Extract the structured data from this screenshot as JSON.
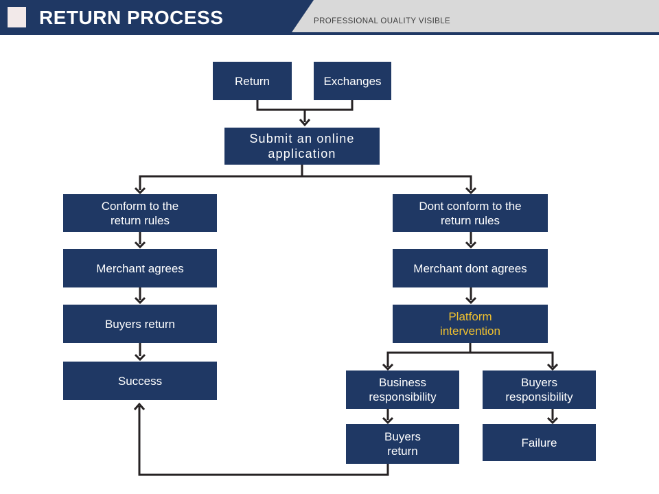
{
  "header": {
    "title": "RETURN PROCESS",
    "tagline": "PROFESSIONAL OUALITY VISIBLE"
  },
  "colors": {
    "navy": "#1f3864",
    "header_gray": "#d9d9d9",
    "accent_square": "#f2e9e9",
    "box_fill": "#1f3864",
    "box_text": "#ffffff",
    "highlight_text": "#efc02f",
    "connector": "#262223",
    "background": "#ffffff"
  },
  "flowchart": {
    "nodes": {
      "return": {
        "label": "Return"
      },
      "exchanges": {
        "label": "Exchanges"
      },
      "submit": {
        "label": "Submit an online\napplication"
      },
      "conform": {
        "label": "Conform to the\nreturn rules"
      },
      "merchant_agrees": {
        "label": "Merchant agrees"
      },
      "buyers_return": {
        "label": "Buyers return"
      },
      "success": {
        "label": "Success"
      },
      "dont_conform": {
        "label": "Dont conform to the\nreturn rules"
      },
      "merchant_dont_agrees": {
        "label": "Merchant dont agrees"
      },
      "platform_intervention": {
        "label": "Platform\nintervention"
      },
      "business_responsibility": {
        "label": "Business\nresponsibility"
      },
      "buyers_responsibility": {
        "label": "Buyers\nresponsibility"
      },
      "buyers_return_2": {
        "label": "Buyers\nreturn"
      },
      "failure": {
        "label": "Failure"
      }
    }
  }
}
